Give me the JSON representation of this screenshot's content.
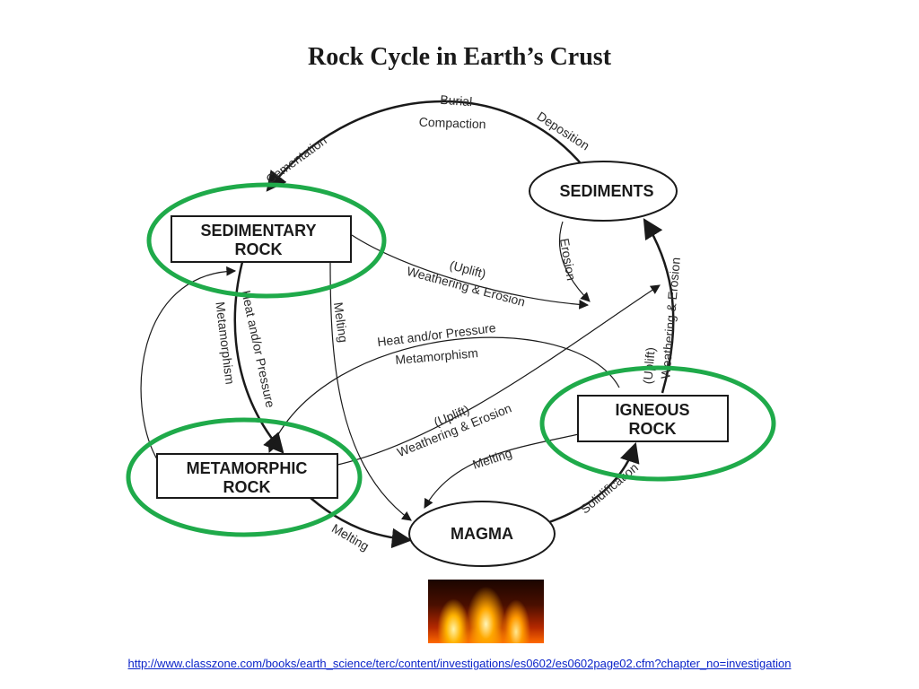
{
  "title": "Rock Cycle in Earth’s Crust",
  "nodes": {
    "sediments": "SEDIMENTS",
    "sedimentary_line1": "SEDIMENTARY",
    "sedimentary_line2": "ROCK",
    "igneous_line1": "IGNEOUS",
    "igneous_line2": "ROCK",
    "metamorphic_line1": "METAMORPHIC",
    "metamorphic_line2": "ROCK",
    "magma": "MAGMA"
  },
  "processes": {
    "burial": "Burial",
    "compaction": "Compaction",
    "deposition": "Deposition",
    "cementation": "Cementation",
    "erosion": "Erosion",
    "uplift": "(Uplift)",
    "weathering_erosion": "Weathering & Erosion",
    "heat_pressure": "Heat and/or Pressure",
    "metamorphism": "Metamorphism",
    "melting": "Melting",
    "solidification": "Solidification"
  },
  "highlight_color": "#1faa4a",
  "fire_image": "fire-photo",
  "source_url": "http://www.classzone.com/books/earth_science/terc/content/investigations/es0602/es0602page02.cfm?chapter_no=investigation"
}
